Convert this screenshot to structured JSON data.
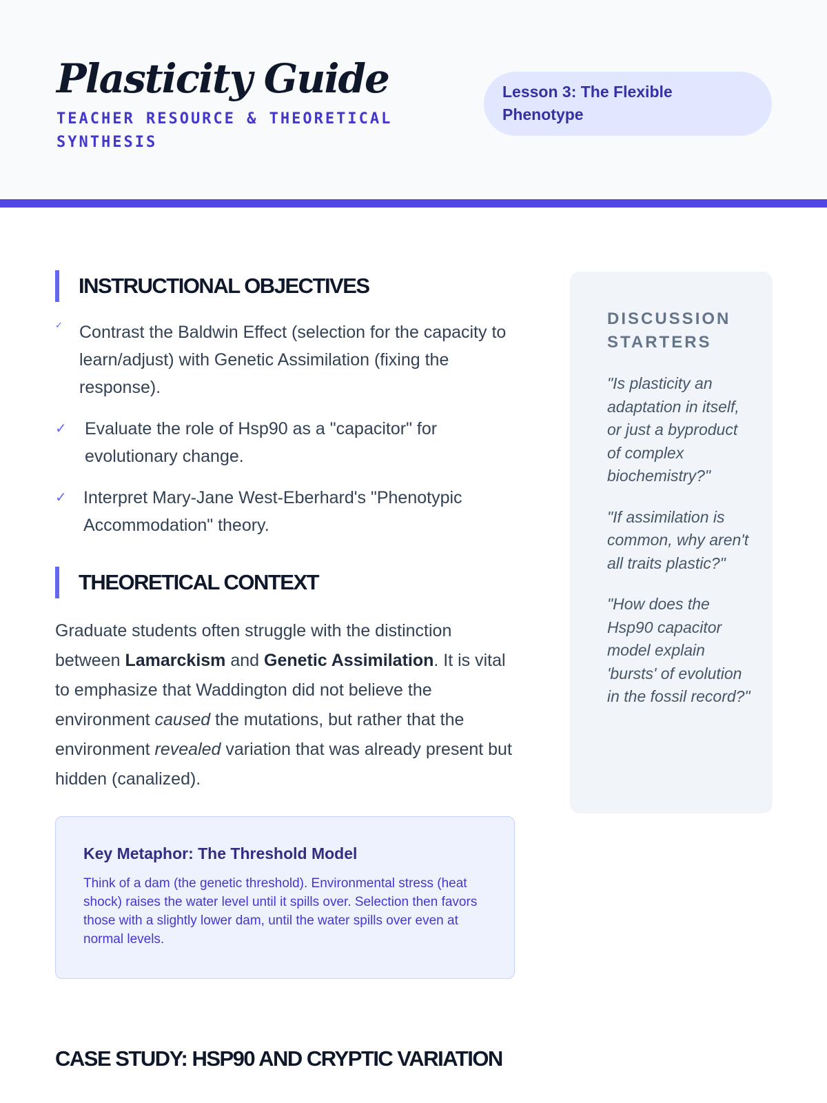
{
  "header": {
    "title": "Plasticity Guide",
    "subtitle": "TEACHER RESOURCE & THEORETICAL SYNTHESIS",
    "lesson": "Lesson 3: The Flexible Phenotype"
  },
  "objectives": {
    "heading": "INSTRUCTIONAL OBJECTIVES",
    "items": [
      "Contrast the Baldwin Effect (selection for the capacity to learn/adjust) with Genetic Assimilation (fixing the response).",
      "Evaluate the role of Hsp90 as a \"capacitor\" for evolutionary change.",
      "Interpret Mary-Jane West-Eberhard's \"Phenotypic Accommodation\" theory."
    ]
  },
  "context": {
    "heading": "THEORETICAL CONTEXT",
    "p1": "Graduate students often struggle with the distinction between ",
    "b1": "Lamarckism",
    "p2": " and ",
    "b2": "Genetic Assimilation",
    "p3": ". It is vital to emphasize that Waddington did not believe the environment ",
    "i1": "caused",
    "p4": " the mutations, but rather that the environment ",
    "i2": "revealed",
    "p5": " variation that was already present but hidden (canalized)."
  },
  "metaphor": {
    "title": "Key Metaphor: The Threshold Model",
    "text": "Think of a dam (the genetic threshold). Environmental stress (heat shock) raises the water level until it spills over. Selection then favors those with a slightly lower dam, until the water spills over even at normal levels."
  },
  "case_study": {
    "heading": "CASE STUDY: HSP90 AND CRYPTIC VARIATION"
  },
  "discussion": {
    "heading": "DISCUSSION STARTERS",
    "items": [
      "\"Is plasticity an adaptation in itself, or just a byproduct of complex biochemistry?\"",
      "\"If assimilation is common, why aren't all traits plastic?\"",
      "\"How does the Hsp90 capacitor model explain 'bursts' of evolution in the fossil record?\""
    ]
  }
}
